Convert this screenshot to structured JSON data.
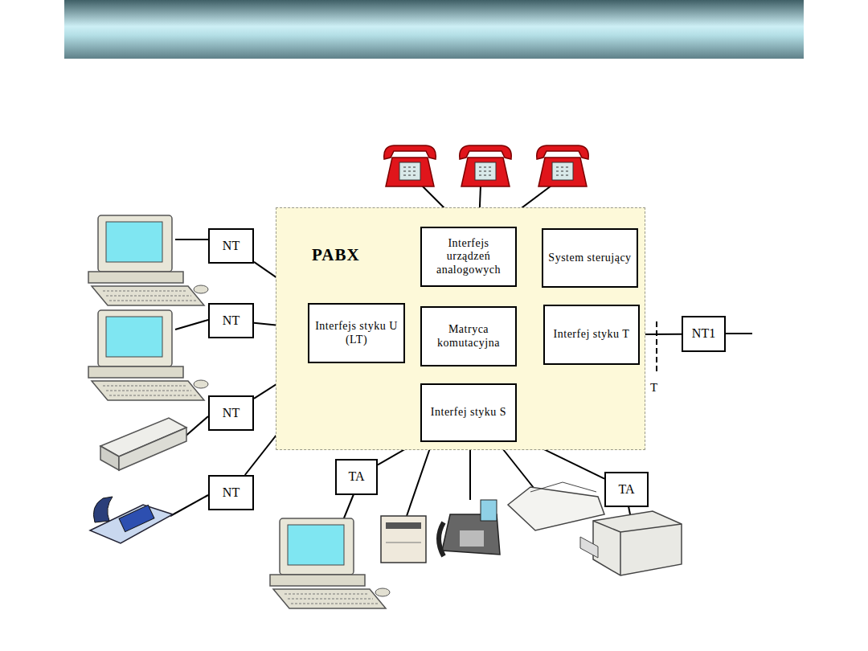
{
  "diagram": {
    "nodes": [
      {
        "text": [
          "PABX"
        ]
      },
      {
        "text": [
          "Interfejs urządzeń analogowych"
        ],
        "in": 0
      },
      {
        "text": [
          "System sterujący"
        ],
        "in": 0
      },
      {
        "text": [
          "Interfejs styku U (LT)"
        ],
        "in": 0
      },
      {
        "text": [
          "Matryca komutacyjna"
        ],
        "in": 0
      },
      {
        "text": [
          "Interfej styku T"
        ],
        "in": 0
      },
      {
        "text": [
          "Interfej styku S"
        ],
        "in": 0
      },
      {
        "text": [
          "NT"
        ]
      },
      {
        "text": [
          "NT"
        ]
      },
      {
        "text": [
          "NT"
        ]
      },
      {
        "text": [
          "NT"
        ]
      },
      {
        "text": [
          "NT1"
        ]
      },
      {
        "text": [
          "TA"
        ]
      },
      {
        "text": [
          "TA"
        ]
      }
    ],
    "edges": [
      {
        "from": 1,
        "to": 4,
        "arrow": "none"
      },
      {
        "from": 3,
        "to": 4,
        "arrow": "none"
      },
      {
        "from": 4,
        "to": 5,
        "arrow": "none"
      },
      {
        "from": 4,
        "to": 6,
        "arrow": "none"
      },
      {
        "from": 7,
        "to": 3,
        "arrow": "none"
      },
      {
        "from": 8,
        "to": 3,
        "arrow": "none"
      },
      {
        "from": 9,
        "to": 3,
        "arrow": "none"
      },
      {
        "from": 10,
        "to": 3,
        "arrow": "none"
      },
      {
        "from": 5,
        "to": 11,
        "arrow": "none"
      },
      {
        "from": 6,
        "to": 12,
        "arrow": "none"
      },
      {
        "from": 6,
        "to": 13,
        "arrow": "none"
      }
    ],
    "labels": [
      "T"
    ]
  }
}
